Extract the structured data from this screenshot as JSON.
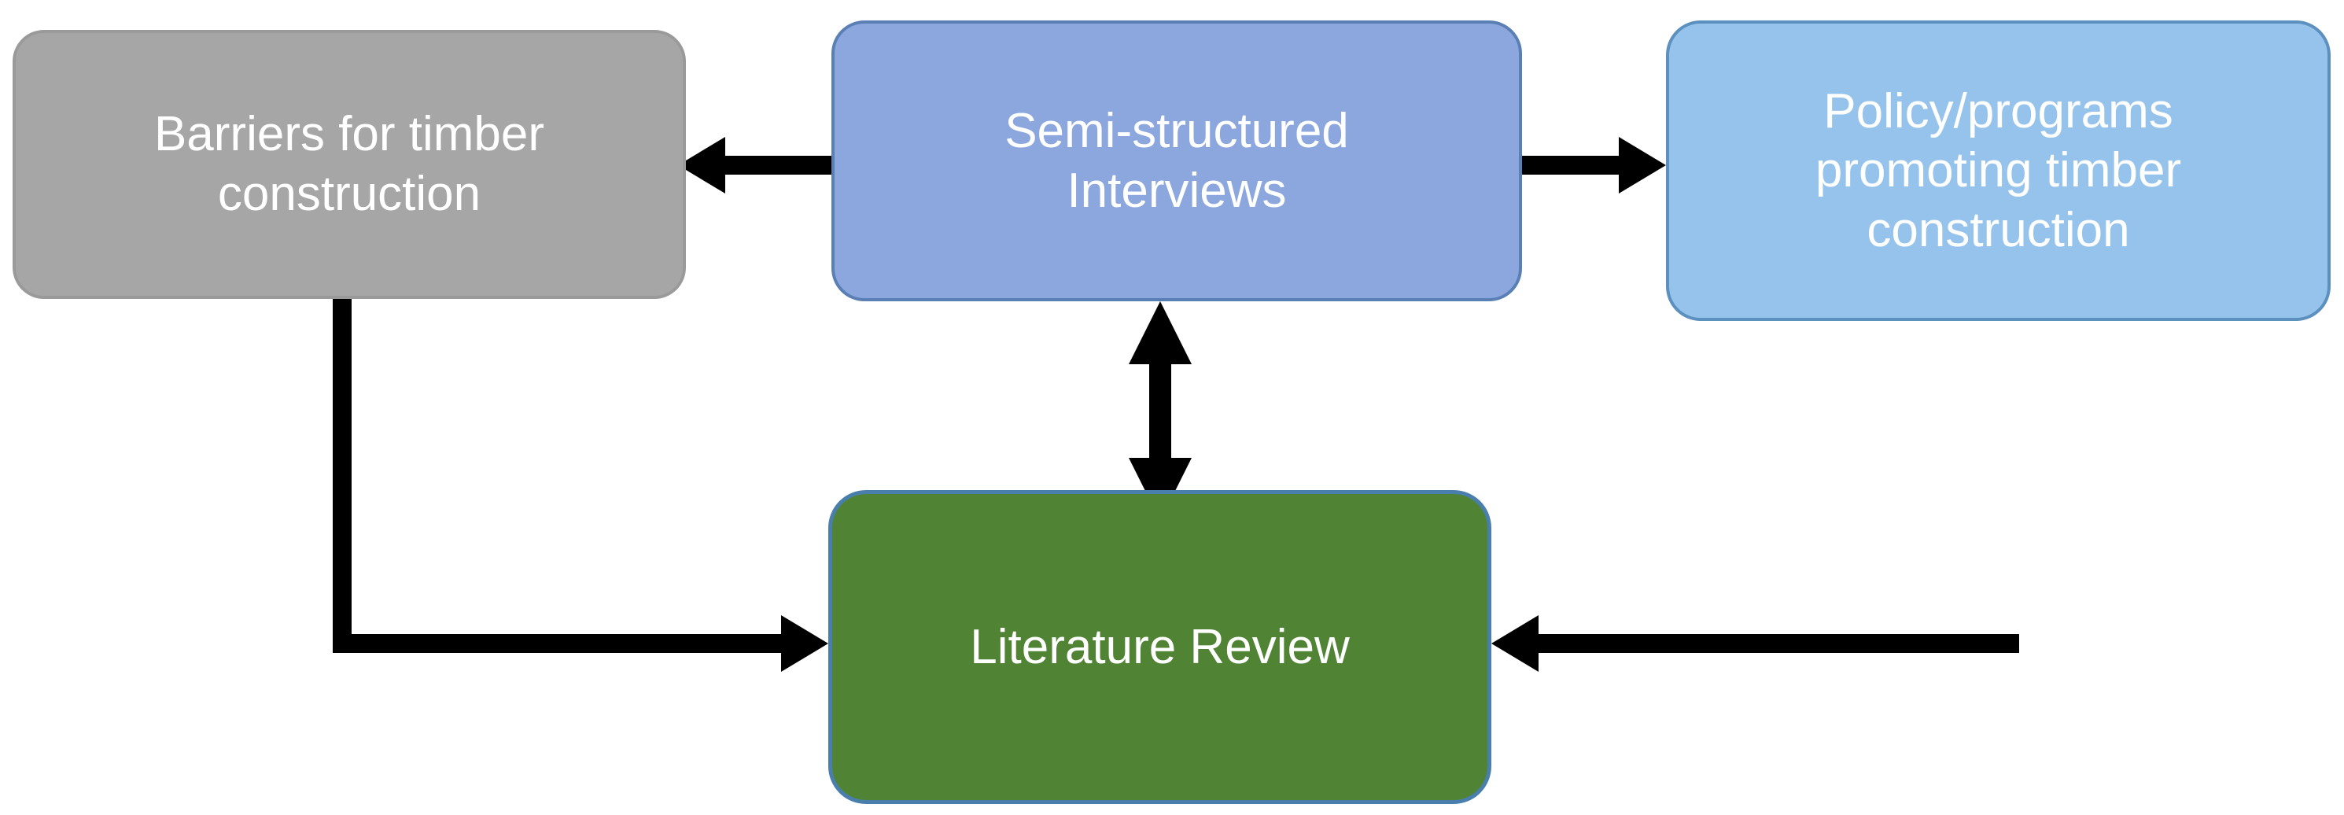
{
  "diagram": {
    "title": "Research methodology flow diagram",
    "background_color": "#ffffff",
    "nodes": [
      {
        "id": "barriers",
        "label": "Barriers for timber construction",
        "line1": "Barriers for timber",
        "line2": "construction",
        "fill_color": "#a6a6a6",
        "border_color": "#9a9a9a",
        "text_color": "#ffffff"
      },
      {
        "id": "interviews",
        "label": "Semi-structured Interviews",
        "line1": "Semi-structured",
        "line2": "Interviews",
        "fill_color": "#8ba7de",
        "border_color": "#5a7fb5",
        "text_color": "#ffffff"
      },
      {
        "id": "policy",
        "label": "Policy/programs promoting timber construction",
        "line1": "Policy/programs",
        "line2": "promoting timber",
        "line3": "construction",
        "fill_color": "#96c3eb",
        "border_color": "#5b90bf",
        "text_color": "#ffffff"
      },
      {
        "id": "literature",
        "label": "Literature Review",
        "line1": "Literature Review",
        "fill_color": "#508434",
        "border_color": "#4a7fad",
        "text_color": "#ffffff"
      }
    ],
    "connectors": [
      {
        "id": "interviews-to-barriers",
        "from": "interviews",
        "to": "barriers",
        "direction": "single",
        "shape": "straight-horizontal",
        "color": "#000000"
      },
      {
        "id": "interviews-to-policy",
        "from": "interviews",
        "to": "policy",
        "direction": "single",
        "shape": "straight-horizontal",
        "color": "#000000"
      },
      {
        "id": "interviews-literature",
        "from": "interviews",
        "to": "literature",
        "direction": "double",
        "shape": "straight-vertical",
        "color": "#000000"
      },
      {
        "id": "barriers-to-literature",
        "from": "barriers",
        "to": "literature",
        "direction": "single",
        "shape": "elbow-down-right",
        "color": "#000000"
      },
      {
        "id": "policy-to-literature",
        "from": "policy",
        "to": "literature",
        "direction": "single",
        "shape": "elbow-down-left",
        "color": "#000000"
      }
    ]
  }
}
